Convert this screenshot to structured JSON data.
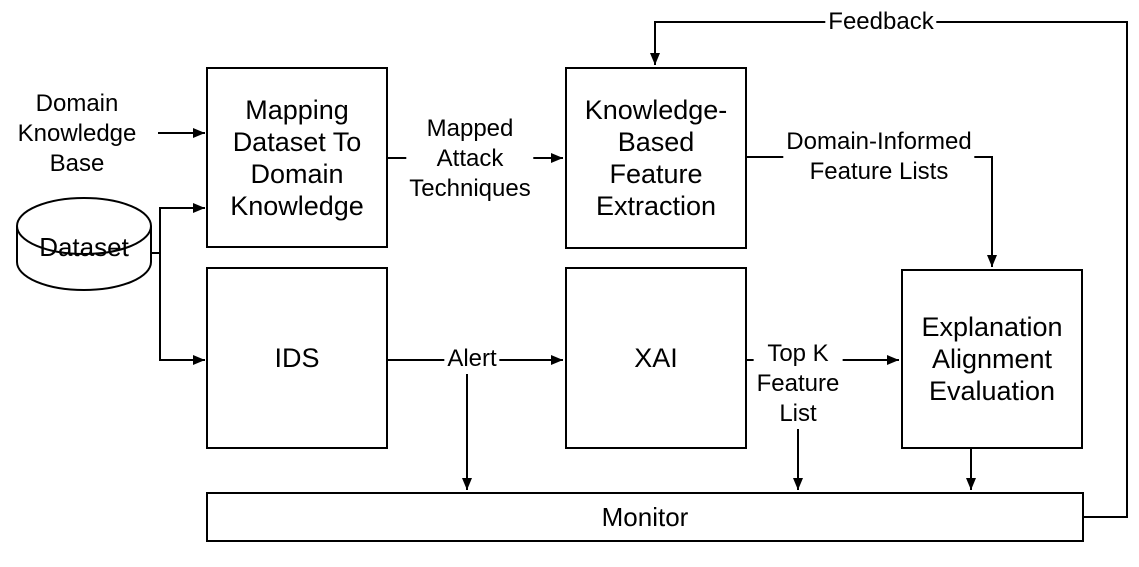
{
  "nodes": {
    "dataset": {
      "label": "Dataset"
    },
    "mapping": {
      "label": [
        "Mapping",
        "Dataset To",
        "Domain",
        "Knowledge"
      ]
    },
    "kbfe": {
      "label": [
        "Knowledge-",
        "Based",
        "Feature",
        "Extraction"
      ]
    },
    "ids": {
      "label": "IDS"
    },
    "xai": {
      "label": "XAI"
    },
    "eae": {
      "label": [
        "Explanation",
        "Alignment",
        "Evaluation"
      ]
    },
    "monitor": {
      "label": "Monitor"
    }
  },
  "edge_labels": {
    "domain_knowledge_base": [
      "Domain",
      "Knowledge",
      "Base"
    ],
    "mapped_attack_techniques": [
      "Mapped",
      "Attack",
      "Techniques"
    ],
    "domain_informed": [
      "Domain-Informed",
      "Feature Lists"
    ],
    "feedback": "Feedback",
    "alert": "Alert",
    "top_k": [
      "Top K",
      "Feature",
      "List"
    ]
  },
  "colors": {
    "stroke": "#000000",
    "background": "#ffffff",
    "text": "#000000"
  }
}
